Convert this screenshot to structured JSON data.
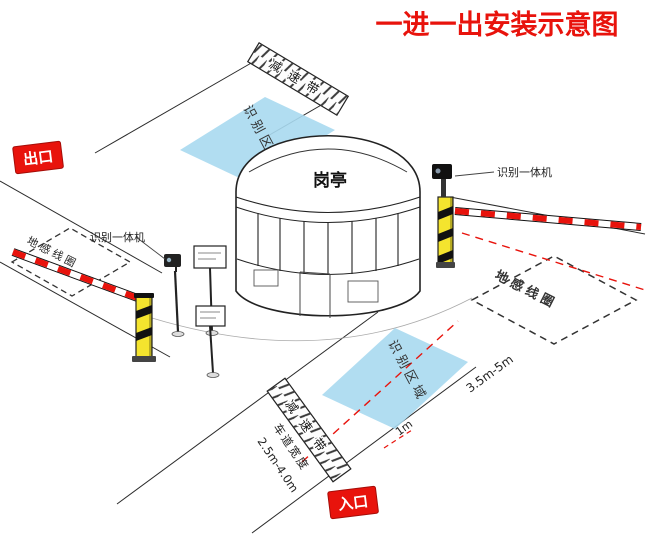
{
  "title": "一进一出安装示意图",
  "colors": {
    "accent_red": "#e8130c",
    "dash_red": "#e8130c",
    "zone_blue": "#a9d9ef",
    "barrier_yellow": "#f4e42e",
    "text_dark": "#1a1a1a",
    "line_dark": "#2a2a2a"
  },
  "signs": {
    "exit": "出口",
    "entrance": "入口"
  },
  "booth": {
    "label": "岗亭"
  },
  "zones": {
    "top": "识别区域",
    "bottom": "识别区域"
  },
  "speed_bumps": {
    "top": "减速带",
    "bottom": "减速带"
  },
  "readers": {
    "left": "识别一体机",
    "right": "识别一体机"
  },
  "coils": {
    "left": "地感线圈",
    "right": "地感线圈"
  },
  "measurements": {
    "barrier_to_coil": "3.5m-5m",
    "zone_to_bump": "1m",
    "lane_width_label": "车道宽度",
    "lane_width_value": "2.5m-4.0m"
  }
}
